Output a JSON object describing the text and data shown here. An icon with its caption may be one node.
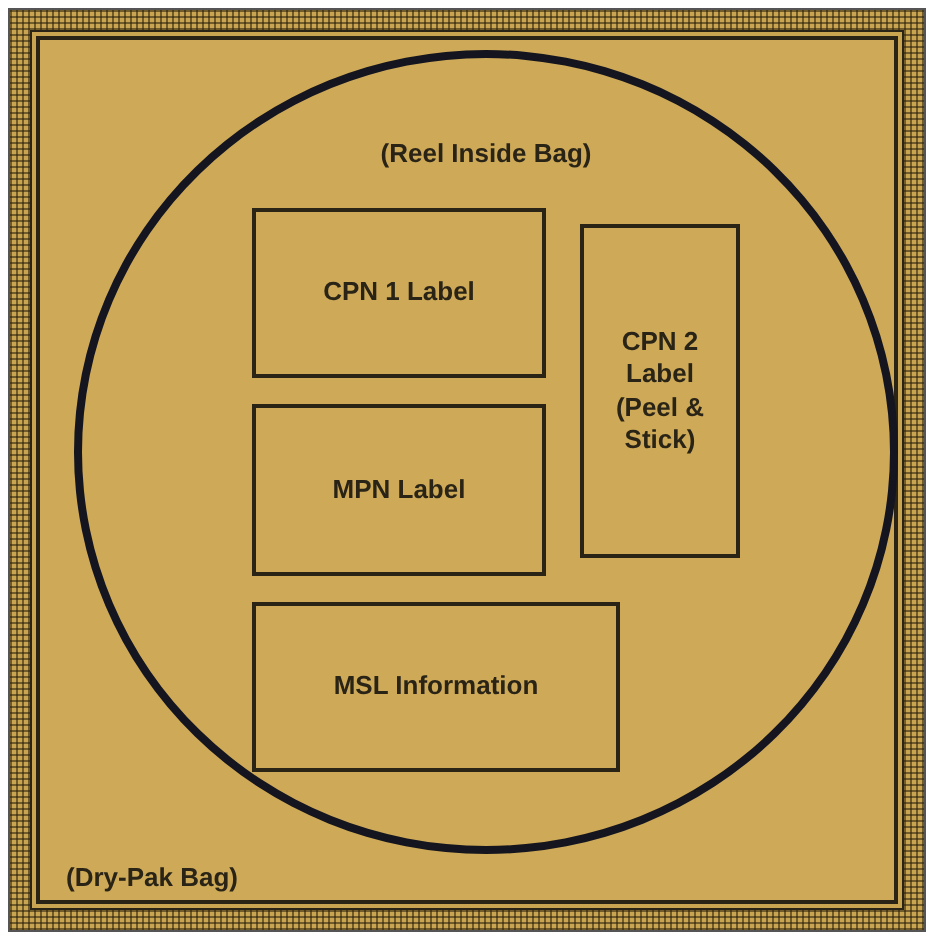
{
  "diagram": {
    "nodes": [
      {
        "text": [
          "(Dry-Pak Bag)"
        ]
      },
      {
        "text": [
          "(Reel Inside Bag)"
        ],
        "in": 0
      },
      {
        "text": [
          "CPN 1 Label"
        ],
        "in": 1
      },
      {
        "text": [
          "CPN 2 Label (Peel & Stick)"
        ],
        "in": 1
      },
      {
        "text": [
          "MPN Label"
        ],
        "in": 1
      },
      {
        "text": [
          "MSL Information"
        ],
        "in": 1
      }
    ]
  }
}
